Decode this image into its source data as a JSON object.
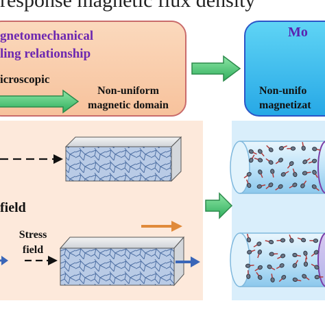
{
  "top_caption": "response magnetic flux density",
  "left_box": {
    "title_line1": "gnetomechanical",
    "title_line2": "ling relationship",
    "micro_label": "icroscopic",
    "domain_line1": "Non-uniform",
    "domain_line2": "magnetic domain"
  },
  "right_box": {
    "title": "Mo",
    "mag_line1": "Non-unifo",
    "mag_line2": "magnetizat"
  },
  "labels": {
    "field": "field",
    "stress_line1": "Stress",
    "stress_line2": "field"
  },
  "colors": {
    "left_box_fill": "#f7c29c",
    "right_box_fill": "#27a8e6",
    "green_arrow": "#3fbf6b",
    "orange_arrow": "#e08a3a",
    "blue_arrow": "#3a66b8",
    "title_purple": "#6d28b0"
  }
}
